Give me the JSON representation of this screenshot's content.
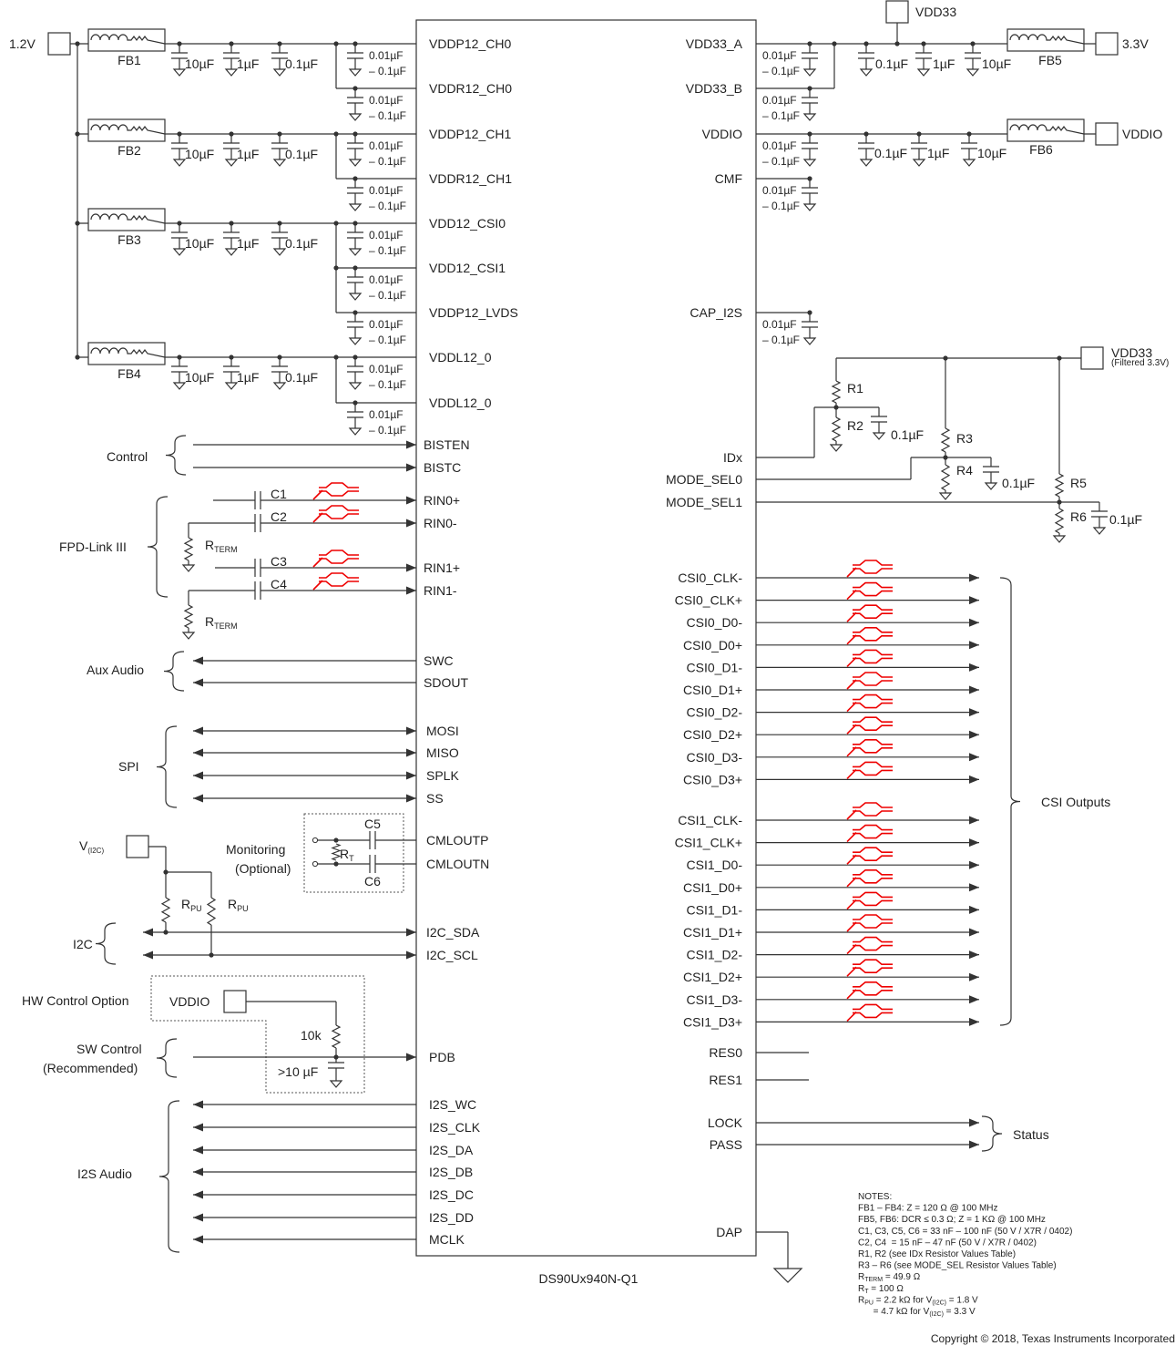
{
  "chip": {
    "part": "DS90Ux940N-Q1",
    "left_pins": [
      "VDDP12_CH0",
      "VDDR12_CH0",
      "VDDP12_CH1",
      "VDDR12_CH1",
      "VDD12_CSI0",
      "VDD12_CSI1",
      "VDDP12_LVDS",
      "VDDL12_0",
      "VDDL12_0",
      "BISTEN",
      "BISTC",
      "RIN0+",
      "RIN0-",
      "RIN1+",
      "RIN1-",
      "SWC",
      "SDOUT",
      "MOSI",
      "MISO",
      "SPLK",
      "SS",
      "CMLOUTP",
      "CMLOUTN",
      "I2C_SDA",
      "I2C_SCL",
      "PDB",
      "I2S_WC",
      "I2S_CLK",
      "I2S_DA",
      "I2S_DB",
      "I2S_DC",
      "I2S_DD",
      "MCLK"
    ],
    "right_pins": [
      "VDD33_A",
      "VDD33_B",
      "VDDIO",
      "CMF",
      "CAP_I2S",
      "IDx",
      "MODE_SEL0",
      "MODE_SEL1",
      "CSI0_CLK-",
      "CSI0_CLK+",
      "CSI0_D0-",
      "CSI0_D0+",
      "CSI0_D1-",
      "CSI0_D1+",
      "CSI0_D2-",
      "CSI0_D2+",
      "CSI0_D3-",
      "CSI0_D3+",
      "CSI1_CLK-",
      "CSI1_CLK+",
      "CSI1_D0-",
      "CSI1_D0+",
      "CSI1_D1-",
      "CSI1_D1+",
      "CSI1_D2-",
      "CSI1_D2+",
      "CSI1_D3-",
      "CSI1_D3+",
      "RES0",
      "RES1",
      "LOCK",
      "PASS",
      "DAP"
    ]
  },
  "power": {
    "input_left": "1.2V",
    "ferrite_left": [
      "FB1",
      "FB2",
      "FB3",
      "FB4"
    ],
    "bulk_caps": [
      "10µF",
      "1µF",
      "0.1µF"
    ],
    "decoupling_cap": [
      "0.01µF",
      "– 0.1µF"
    ],
    "vdd33": "VDD33",
    "v33": "3.3V",
    "vddio": "VDDIO",
    "fb5": "FB5",
    "fb6": "FB6",
    "right_caps": [
      "0.1µF",
      "1µF",
      "10µF"
    ],
    "filtered": {
      "main": "VDD33",
      "sub": "(Filtered 3.3V)"
    }
  },
  "strap": {
    "r": [
      "R1",
      "R2",
      "R3",
      "R4",
      "R5",
      "R6"
    ],
    "cap": "0.1µF"
  },
  "groups": {
    "control": "Control",
    "fpd": "FPD-Link III",
    "aux": "Aux Audio",
    "spi": "SPI",
    "i2c": "I2C",
    "monitoring": [
      "Monitoring",
      "(Optional)"
    ],
    "hw": "HW Control Option",
    "sw": [
      "SW Control",
      "(Recommended)"
    ],
    "i2s": "I2S Audio",
    "csi": "CSI Outputs",
    "status": "Status"
  },
  "components": {
    "c": [
      "C1",
      "C2",
      "C3",
      "C4",
      "C5",
      "C6"
    ],
    "rterm": {
      "main": "R",
      "sub": "TERM"
    },
    "rt": {
      "main": "R",
      "sub": "T"
    },
    "rpu": {
      "main": "R",
      "sub": "PU"
    },
    "vi2c": {
      "main": "V",
      "sub": "(I2C)"
    },
    "vddio": "VDDIO",
    "r10k": "10k",
    "cap10": ">10 µF"
  },
  "notes": {
    "lines": [
      {
        "parts": [
          {
            "t": "NOTES:"
          }
        ]
      },
      {
        "parts": [
          {
            "t": "FB1 – FB4: Z = 120 Ω @ 100 MHz"
          }
        ]
      },
      {
        "parts": [
          {
            "t": "FB5, FB6: DCR ≤ 0.3 Ω; Z = 1 KΩ @ 100 MHz"
          }
        ]
      },
      {
        "parts": [
          {
            "t": "C1, C3, C5, C6 = 33 nF – 100 nF (50 V / X7R / 0402)"
          }
        ]
      },
      {
        "parts": [
          {
            "t": "C2, C4  = 15 nF – 47 nF (50 V / X7R / 0402)"
          }
        ]
      },
      {
        "parts": [
          {
            "t": "R1, R2 (see IDx Resistor Values Table)"
          }
        ]
      },
      {
        "parts": [
          {
            "t": "R3 – R6 (see MODE_SEL Resistor Values Table)"
          }
        ]
      },
      {
        "parts": [
          {
            "t": "R"
          },
          {
            "t": "TERM",
            "sub": true
          },
          {
            "t": " = 49.9 Ω"
          }
        ]
      },
      {
        "parts": [
          {
            "t": "R"
          },
          {
            "t": "T",
            "sub": true
          },
          {
            "t": " = 100 Ω"
          }
        ]
      },
      {
        "parts": [
          {
            "t": "R"
          },
          {
            "t": "PU",
            "sub": true
          },
          {
            "t": " = 2.2 kΩ for V"
          },
          {
            "t": "(I2C)",
            "sub": true
          },
          {
            "t": " = 1.8 V"
          }
        ]
      },
      {
        "parts": [
          {
            "t": "      = 4.7 kΩ for V"
          },
          {
            "t": "(I2C)",
            "sub": true
          },
          {
            "t": " = 3.3 V"
          }
        ]
      }
    ]
  },
  "copyright": "Copyright © 2018, Texas Instruments Incorporated"
}
